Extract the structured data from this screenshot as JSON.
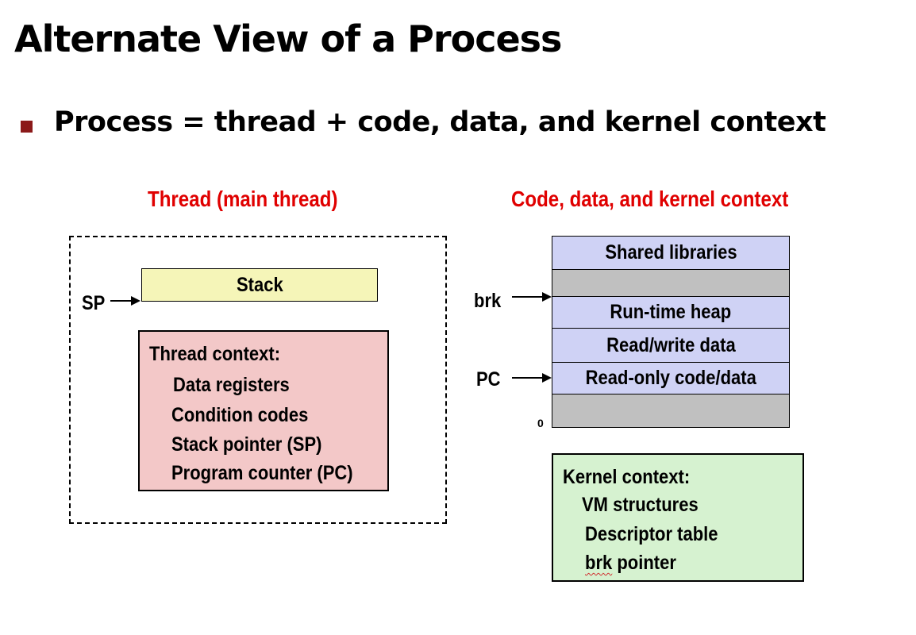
{
  "title": "Alternate View of a Process",
  "bullet": "Process = thread + code, data, and kernel context",
  "colors": {
    "bullet": "#8b1a1a",
    "heading": "#e00000",
    "stack": "#f5f5b8",
    "thread_context": "#f3c8c8",
    "segment_blue": "#cfd2f5",
    "segment_gray": "#c0c0c0",
    "kernel_context": "#d6f2d0"
  },
  "thread": {
    "heading": "Thread (main thread)",
    "sp_label": "SP",
    "stack_label": "Stack",
    "context_title": "Thread context:",
    "context_items": [
      "Data registers",
      "Condition codes",
      "Stack pointer (SP)",
      "Program counter (PC)"
    ]
  },
  "code": {
    "heading": "Code, data, and kernel context",
    "brk_label": "brk",
    "pc_label": "PC",
    "zero_label": "0",
    "segments": [
      "Shared libraries",
      "",
      "Run-time heap",
      "Read/write data",
      "Read-only code/data",
      ""
    ]
  },
  "kernel": {
    "title": "Kernel context:",
    "items": [
      "VM structures",
      "Descriptor table"
    ],
    "brk_word": "brk",
    "pointer_word": " pointer"
  }
}
